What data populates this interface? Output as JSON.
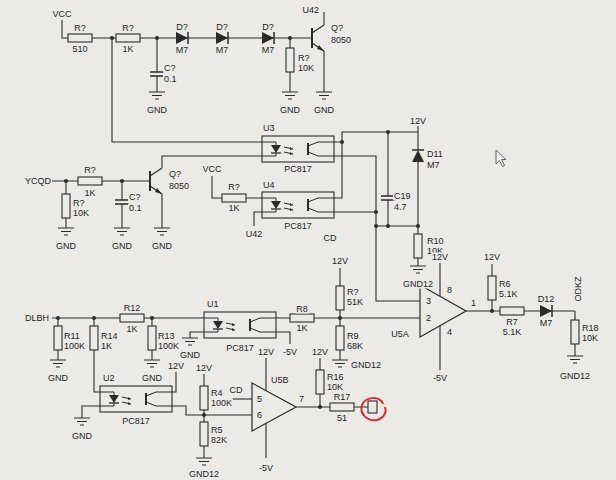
{
  "diagram": {
    "labels": [
      "VCC",
      "R?",
      "510",
      "R?",
      "1K",
      "D?",
      "M7",
      "D?",
      "M7",
      "D?",
      "M7",
      "U42",
      "Q?",
      "8050",
      "R?",
      "10K",
      "C?",
      "0.1",
      "GND",
      "GND",
      "GND",
      "U3",
      "12V",
      "D11",
      "M7",
      "PC817",
      "YCQD",
      "R?",
      "1K",
      "Q?",
      "8050",
      "VCC",
      "R?",
      "1K",
      "U4",
      "U42",
      "PC817",
      "CD",
      "C?",
      "0.1",
      "R?",
      "10K",
      "C19",
      "4.7",
      "R10",
      "10K",
      "GND",
      "GND",
      "GND",
      "GND12",
      "12V",
      "12V",
      "12V",
      "U5A",
      "R?",
      "51K",
      "8",
      "3",
      "2",
      "1",
      "R6",
      "5.1K",
      "D12",
      "ODKZ",
      "DLBH",
      "R12",
      "1K",
      "U1",
      "R8",
      "1K",
      "R7",
      "5.1K",
      "M7",
      "R18",
      "10K",
      "R11",
      "100K",
      "R14",
      "1K",
      "R13",
      "100K",
      "R9",
      "68K",
      "4",
      "PC817",
      "GND",
      "-5V",
      "12V",
      "12V",
      "GND",
      "GND",
      "U2",
      "12V",
      "12V",
      "U5B",
      "R16",
      "10K",
      "R4",
      "100K",
      "CD",
      "5",
      "6",
      "7",
      "R17",
      "51",
      "PC817",
      "GND",
      "R5",
      "82K",
      "-5V",
      "GND12",
      "GND12",
      "-5V",
      "GND12"
    ]
  }
}
